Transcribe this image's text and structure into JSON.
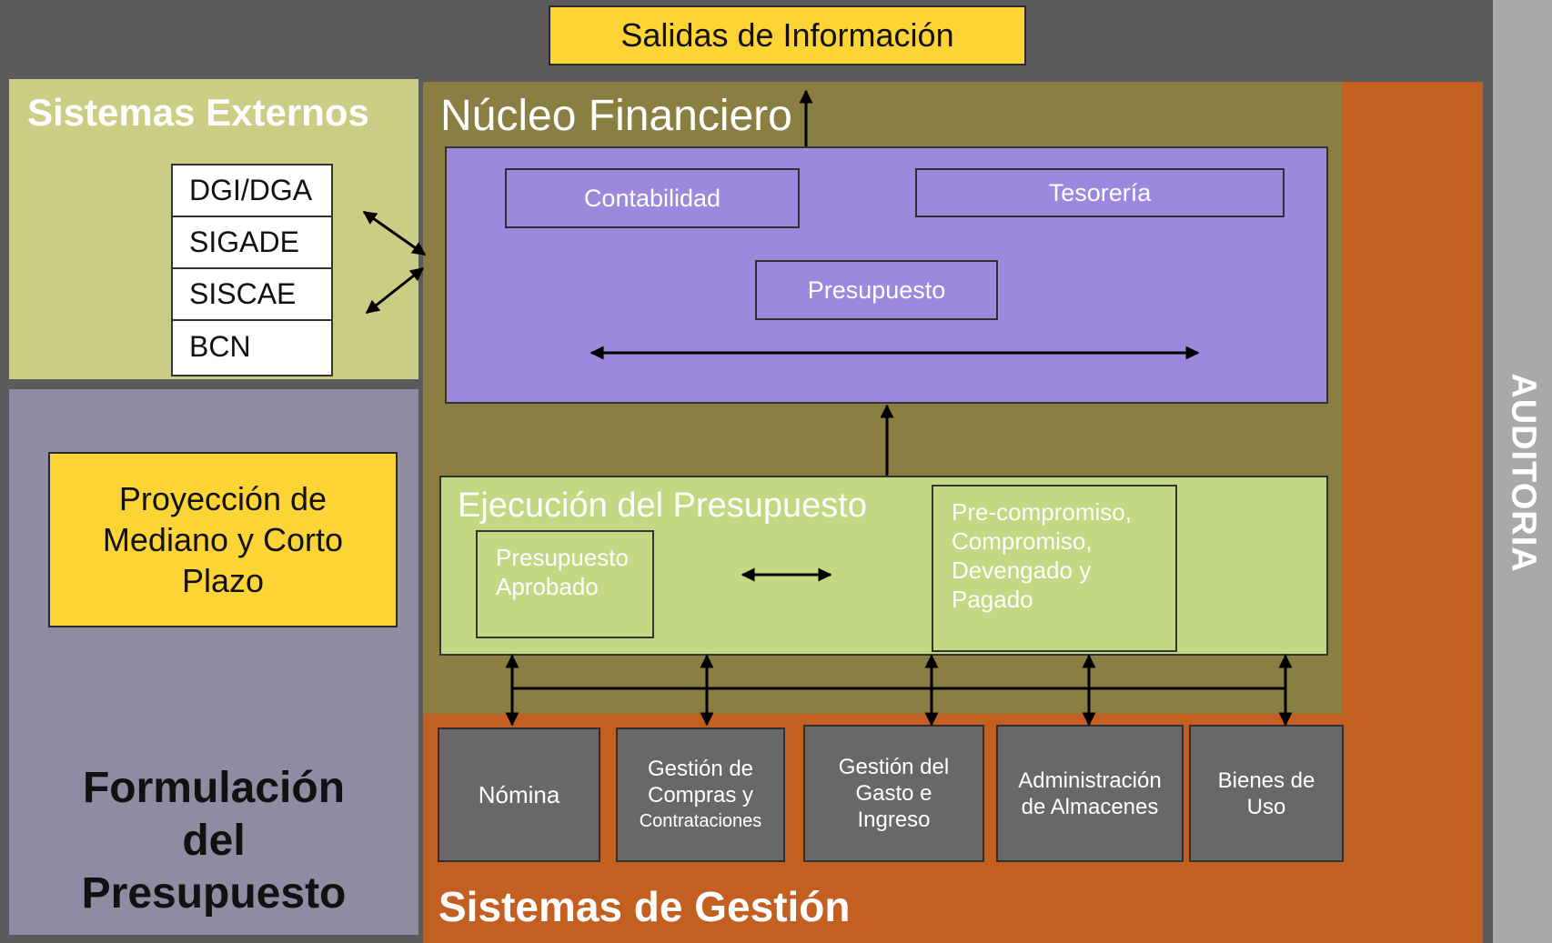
{
  "top": {
    "salidas": "Salidas de Información"
  },
  "auditoria": {
    "label": "AUDITORIA"
  },
  "externos": {
    "title": "Sistemas Externos",
    "items": [
      "DGI/DGA",
      "SIGADE",
      "SISCAE",
      "BCN"
    ]
  },
  "formulacion": {
    "proyeccion": "Proyección de Mediano y Corto Plazo",
    "title_line1": "Formulación",
    "title_line2": "del",
    "title_line3": "Presupuesto"
  },
  "nucleo": {
    "title": "Núcleo Financiero",
    "contabilidad": "Contabilidad",
    "tesoreria": "Tesorería",
    "presupuesto": "Presupuesto"
  },
  "ejecucion": {
    "title": "Ejecución del Presupuesto",
    "aprobado_line1": "Presupuesto",
    "aprobado_line2": "Aprobado",
    "etapas_line1": "Pre-compromiso,",
    "etapas_line2": "Compromiso,",
    "etapas_line3": "Devengado y",
    "etapas_line4": "Pagado"
  },
  "gestion": {
    "title": "Sistemas de Gestión",
    "nomina": "Nómina",
    "compras_line1": "Gestión de",
    "compras_line2": "Compras y",
    "compras_line3": "Contrataciones",
    "gasto_line1": "Gestión del",
    "gasto_line2": "Gasto e",
    "gasto_line3": "Ingreso",
    "almacenes_line1": "Administración",
    "almacenes_line2": "de Almacenes",
    "bienes_line1": "Bienes de",
    "bienes_line2": "Uso"
  },
  "colors": {
    "background": "#5b5b5b",
    "yellow": "#fdd436",
    "olive": "#cbcd85",
    "lavender_gray": "#8e8ba2",
    "brown_olive": "#8b7e42",
    "purple": "#9b89dd",
    "green": "#c2d882",
    "orange": "#c35f21",
    "gray_box": "#686868",
    "audit_gray": "#a9a9a9"
  }
}
